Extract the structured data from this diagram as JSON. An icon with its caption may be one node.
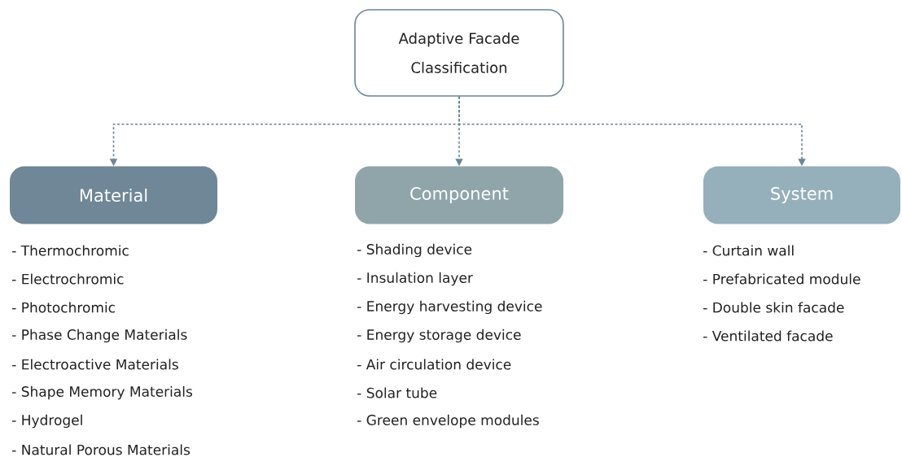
{
  "diagram": {
    "nodes": [
      {
        "text": [
          "Adaptive Facade Classification"
        ]
      },
      {
        "text": [
          "Material"
        ],
        "beside": [
          "- Thermochromic",
          "- Electrochromic",
          "- Photochromic",
          "- Phase Change Materials",
          "- Electroactive Materials",
          "- Shape Memory Materials",
          "- Hydrogel",
          "- Natural Porous Materials"
        ]
      },
      {
        "text": [
          "Component"
        ],
        "beside": [
          "- Shading device",
          "- Insulation layer",
          "- Energy harvesting device",
          "- Energy storage device",
          "- Air circulation device",
          "- Solar tube",
          "- Green envelope modules"
        ]
      },
      {
        "text": [
          "System"
        ],
        "beside": [
          "- Curtain wall",
          "- Prefabricated module",
          "- Double skin facade",
          "- Ventilated facade"
        ]
      }
    ],
    "edges": [
      {
        "from": 0,
        "to": 1,
        "arrow": "to",
        "style": "dashed"
      },
      {
        "from": 0,
        "to": 2,
        "arrow": "to",
        "style": "dashed"
      },
      {
        "from": 0,
        "to": 3,
        "arrow": "to",
        "style": "dashed"
      }
    ]
  }
}
